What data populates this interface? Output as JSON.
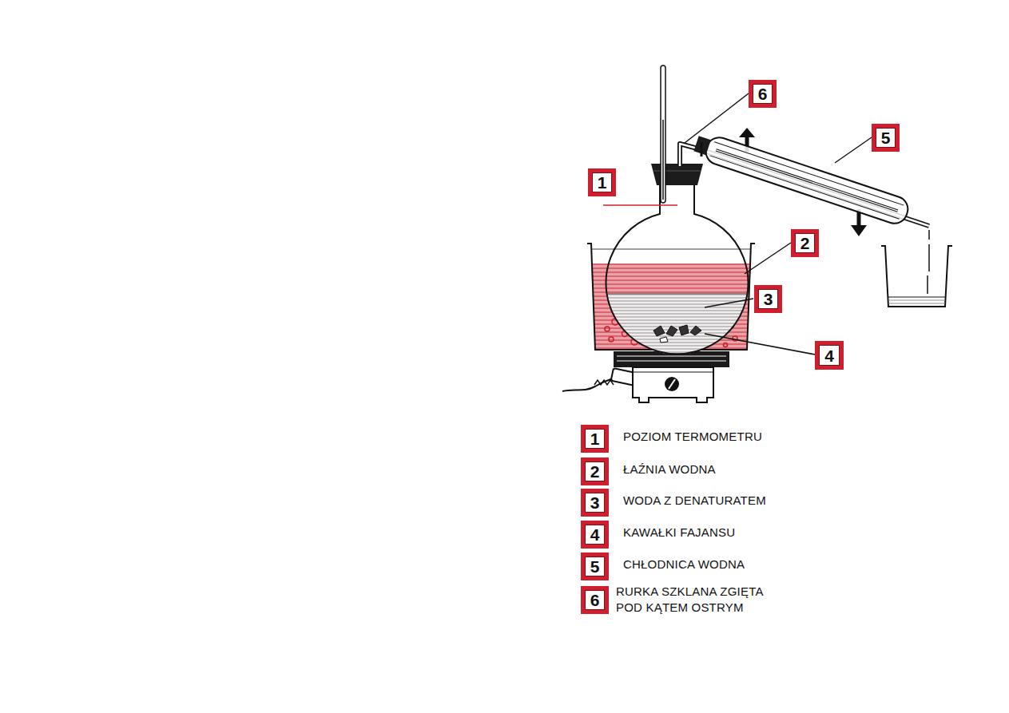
{
  "diagram": {
    "nodes": [
      {
        "text": [
          "6"
        ]
      },
      {
        "text": [
          "5"
        ]
      },
      {
        "text": [
          "1"
        ]
      },
      {
        "text": [
          "2"
        ]
      },
      {
        "text": [
          "3"
        ]
      },
      {
        "text": [
          "4"
        ]
      },
      {
        "text": [
          "1"
        ]
      },
      {
        "text": [
          "2"
        ]
      },
      {
        "text": [
          "3"
        ]
      },
      {
        "text": [
          "4"
        ]
      },
      {
        "text": [
          "5"
        ]
      },
      {
        "text": [
          "6"
        ]
      }
    ],
    "labels": [
      "POZIOM TERMOMETRU",
      "ŁAŹNIA WODNA",
      "WODA Z DENATURATEM",
      "KAWAŁKI FAJANSU",
      "CHŁODNICA WODNA",
      "RURKA SZKLANA ZGIĘTA POD KĄTEM OSTRYM"
    ]
  }
}
